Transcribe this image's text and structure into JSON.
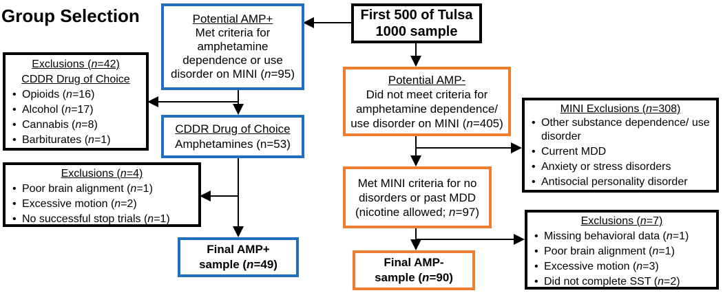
{
  "title": "Group Selection",
  "start": {
    "line1": "First 500 of Tulsa",
    "line2": "1000 sample"
  },
  "amp_pos": {
    "header": "Potential AMP+",
    "body": [
      "Met criteria for",
      "amphetamine",
      "dependence or use"
    ],
    "last": {
      "pre": "disorder on MINI (",
      "n": "n",
      "post": "=95)"
    }
  },
  "excl_drug": {
    "header": {
      "pre": "Exclusions (",
      "n": "n",
      "post": "=42)"
    },
    "sub": "CDDR Drug of Choice",
    "items": [
      {
        "label": "Opioids (",
        "n": "n",
        "val": "=16)"
      },
      {
        "label": "Alcohol (",
        "n": "n",
        "val": "=17)"
      },
      {
        "label": "Cannabis (",
        "n": "n",
        "val": "=8)"
      },
      {
        "label": "Barbiturates (",
        "n": "n",
        "val": "=1)"
      }
    ]
  },
  "cddr_amp": {
    "header": "CDDR Drug of Choice",
    "body": "Amphetamines (n=53)"
  },
  "excl_brain": {
    "header": {
      "pre": "Exclusions (",
      "n": "n",
      "post": "=4)"
    },
    "items": [
      {
        "label": "Poor brain alignment (",
        "n": "n",
        "val": "=1)"
      },
      {
        "label": "Excessive motion (",
        "n": "n",
        "val": "=2)"
      },
      {
        "label": "No successful stop trials (",
        "n": "n",
        "val": "=1)"
      }
    ]
  },
  "final_pos": {
    "line1": "Final AMP+",
    "line2pre": "sample (",
    "n": "n",
    "line2post": "=49)"
  },
  "amp_neg": {
    "header": "Potential AMP-",
    "body": [
      "Did not meet criteria for",
      "amphetamine dependence/"
    ],
    "last": {
      "pre": "use disorder on MINI (",
      "n": "n",
      "post": "=405)"
    }
  },
  "mini_excl": {
    "header": {
      "pre": "MINI Exclusions (",
      "n": "n",
      "post": "=308)"
    },
    "items": [
      "Other substance dependence/ use disorder",
      "Current MDD",
      "Anxiety or stress disorders",
      "Antisocial personality disorder"
    ]
  },
  "met_mini": {
    "body": [
      "Met MINI criteria for no",
      "disorders or past MDD"
    ],
    "last": {
      "pre": "(nicotine allowed; ",
      "n": "n",
      "post": "=97)"
    }
  },
  "excl_neg": {
    "header": {
      "pre": "Exclusions (",
      "n": "n",
      "post": "=7)"
    },
    "items": [
      {
        "label": "Missing behavioral data (",
        "n": "n",
        "val": "=1)"
      },
      {
        "label": "Poor brain alignment (",
        "n": "n",
        "val": "=1)"
      },
      {
        "label": "Excessive motion (",
        "n": "n",
        "val": "=3)"
      },
      {
        "label": "Did not complete SST (",
        "n": "n",
        "val": "=2)"
      }
    ]
  },
  "final_neg": {
    "line1": "Final AMP-",
    "line2pre": "sample (",
    "n": "n",
    "line2post": "=90)"
  },
  "colors": {
    "blue": "#1f6fc1",
    "orange": "#ed7d31",
    "black": "#000000"
  }
}
